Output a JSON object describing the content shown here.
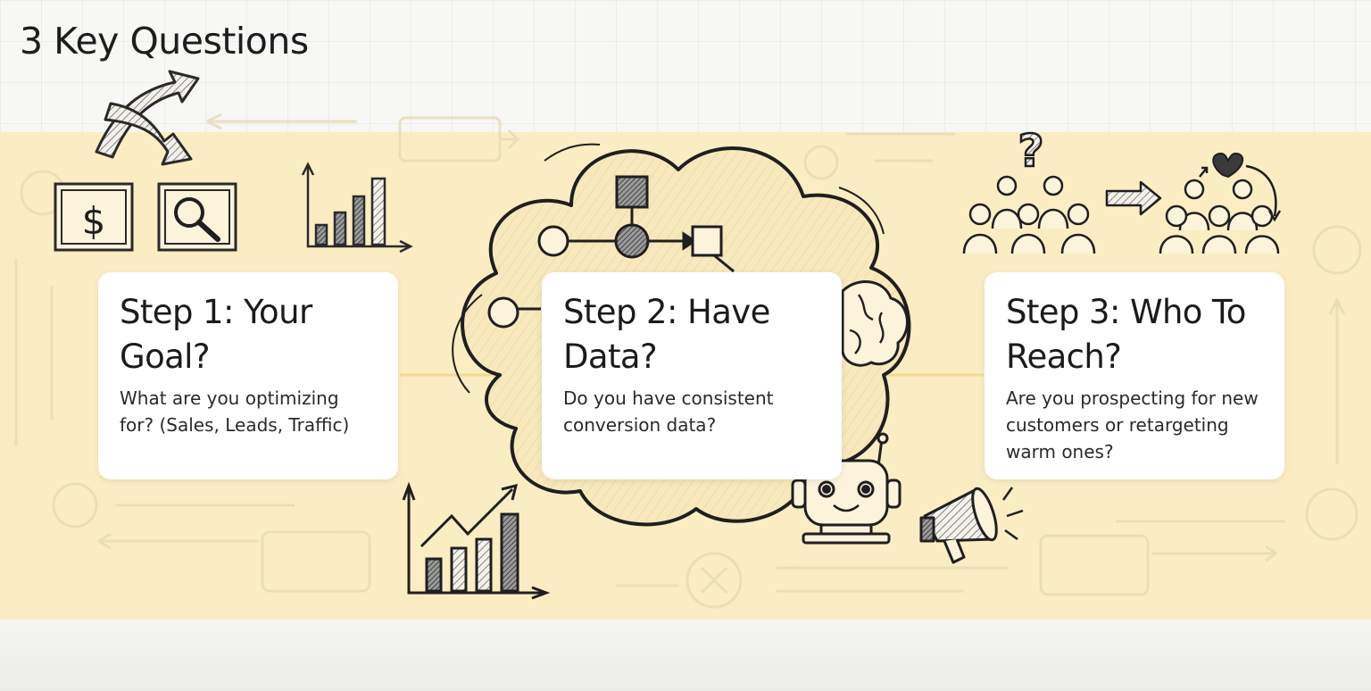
{
  "title": "3 Key Questions",
  "steps": [
    {
      "heading": "Step 1: Your Goal?",
      "description": "What are you optimizing for? (Sales, Leads, Traffic)"
    },
    {
      "heading": "Step 2: Have Data?",
      "description": "Do you have consistent conversion data?"
    },
    {
      "heading": "Step 3: Who To Reach?",
      "description": "Are you prospecting for new customers or retargeting warm ones?"
    }
  ],
  "illustration": {
    "dollar_symbol": "$",
    "question_mark": "?",
    "icons": [
      "crossing-arrows-icon",
      "dollar-icon",
      "magnifier-icon",
      "bar-chart-icon",
      "thought-cloud-icon",
      "flow-diagram-icon",
      "brain-icon",
      "robot-icon",
      "rising-chart-icon",
      "audience-icon",
      "arrow-right-icon",
      "heart-icon",
      "megaphone-icon"
    ]
  },
  "colors": {
    "band": "#faedc3",
    "card": "#ffffff",
    "ink": "#1f1f1f"
  }
}
